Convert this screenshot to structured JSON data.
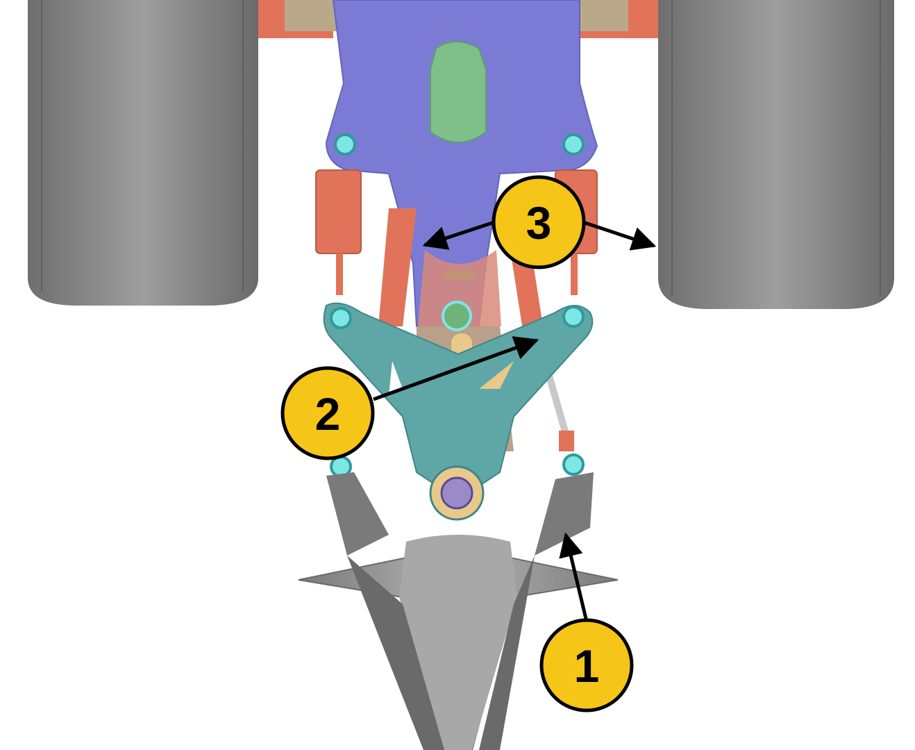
{
  "diagram": {
    "callouts": [
      {
        "id": "callout-1",
        "label": "1"
      },
      {
        "id": "callout-2",
        "label": "2"
      },
      {
        "id": "callout-3",
        "label": "3"
      }
    ],
    "colors": {
      "background": "#ffffff",
      "tire": "#8c8c8c",
      "chassis_plate": "#7b7bd6",
      "shock_absorber": "#e0735a",
      "wishbone": "#5fa6a6",
      "pivot_joint": "#7fe6e6",
      "nose_cone": "#9a9a9a",
      "steering_block": "#e8c98a",
      "callout_fill": "#f5c518",
      "callout_stroke": "#000000",
      "arrow": "#000000"
    }
  }
}
